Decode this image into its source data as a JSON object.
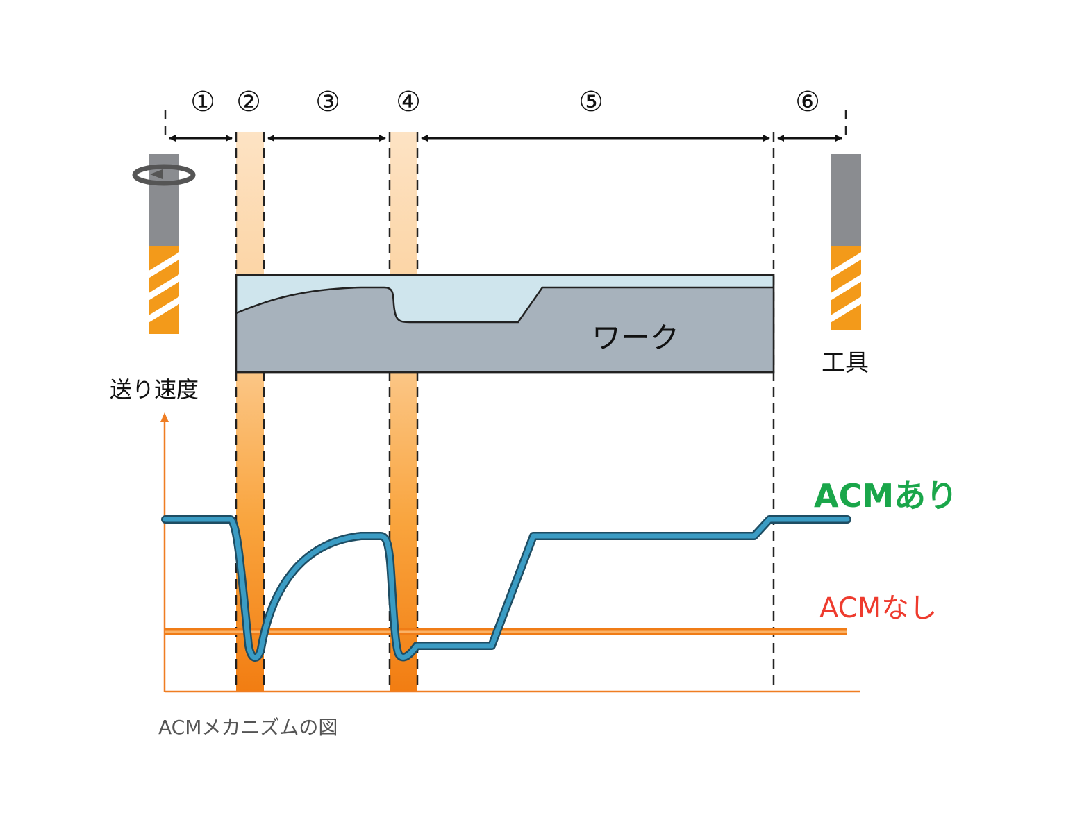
{
  "phases": [
    "①",
    "②",
    "③",
    "④",
    "⑤",
    "⑥"
  ],
  "labels": {
    "workpiece": "ワーク",
    "tool": "工具",
    "y_axis": "送り速度",
    "caption": "ACMメカニズムの図"
  },
  "legend": {
    "with_acm": "ACMあり",
    "without_acm": "ACMなし"
  },
  "colors": {
    "with_acm_line": "#2f86ab",
    "with_acm_label": "#1aa64a",
    "without_acm_line": "#f07c16",
    "without_acm_label": "#ee3b2e",
    "axis": "#ef7d22",
    "tool_shank": "#8a8c90",
    "tool_flute": "#f39a1a",
    "work_body": "#a7b2bc",
    "work_cut": "#cfe5ed",
    "band": "#f7a43c"
  },
  "icons": {
    "rotation": "rotation-arrow-icon",
    "tool": "drill-tool-icon"
  }
}
